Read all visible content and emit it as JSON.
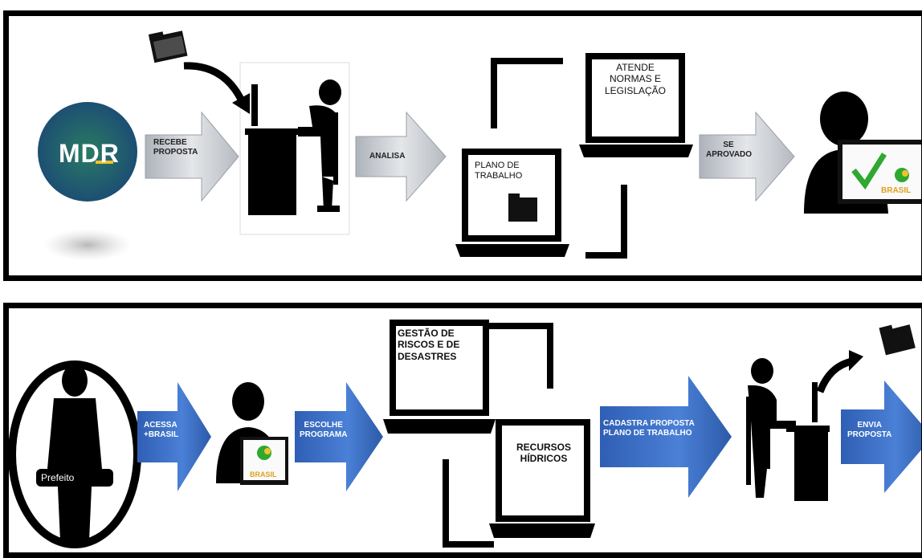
{
  "top_flow": {
    "logo_text": "MDR",
    "arrow1_label": "RECEBE\nPROPOSTA",
    "arrow2_label": "ANALISA",
    "screen1_text": "ATENDE\nNORMAS E\nLEGISLAÇÃO",
    "screen2_text": "PLANO DE\nTRABALHO",
    "arrow3_label": "SE\nAPROVADO",
    "mini_logo_text": "BRASIL"
  },
  "bottom_flow": {
    "person_label": "Prefeito",
    "arrow1_label": "ACESSA\n+BRASIL",
    "mini_logo_text": "BRASIL",
    "arrow2_label": "ESCOLHE\nPROGRAMA",
    "screen1_text": "GESTÃO DE\nRISCOS E DE\nDESASTRES",
    "screen2_text": "RECURSOS\nHÍDRICOS",
    "arrow3_label": "CADASTRA PROPOSTA\nPLANO DE TRABALHO",
    "arrow4_label": "ENVIA\nPROPOSTA"
  },
  "colors": {
    "grey_arrow": "#c9ccd1",
    "blue_arrow": "#3a6ec4",
    "mdr_green": "#1f6b58",
    "mdr_blue": "#1f4e7a",
    "check_green": "#2fa82f"
  }
}
